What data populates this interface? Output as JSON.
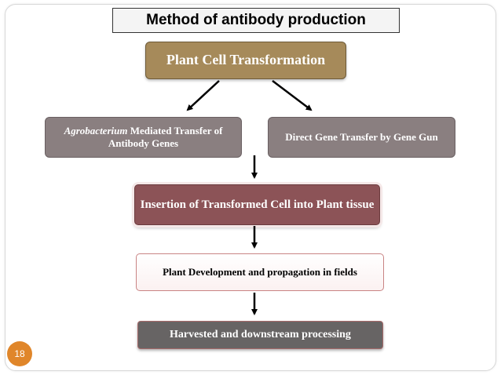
{
  "title": "Method of antibody production",
  "nodes": {
    "transformation": "Plant Cell Transformation",
    "agro_italic": "Agrobacterium",
    "agro_rest": " Mediated Transfer of Antibody Genes",
    "gene_gun": "Direct Gene Transfer by Gene Gun",
    "insertion": "Insertion of Transformed Cell into Plant tissue",
    "development": "Plant Development and propagation in fields",
    "harvest": "Harvested and downstream processing"
  },
  "page_number": "18",
  "colors": {
    "transformation": "#a68a5a",
    "transfer_boxes": "#8a7f80",
    "insertion": "#8c5357",
    "harvest": "#676464",
    "page_badge": "#e0862a"
  }
}
